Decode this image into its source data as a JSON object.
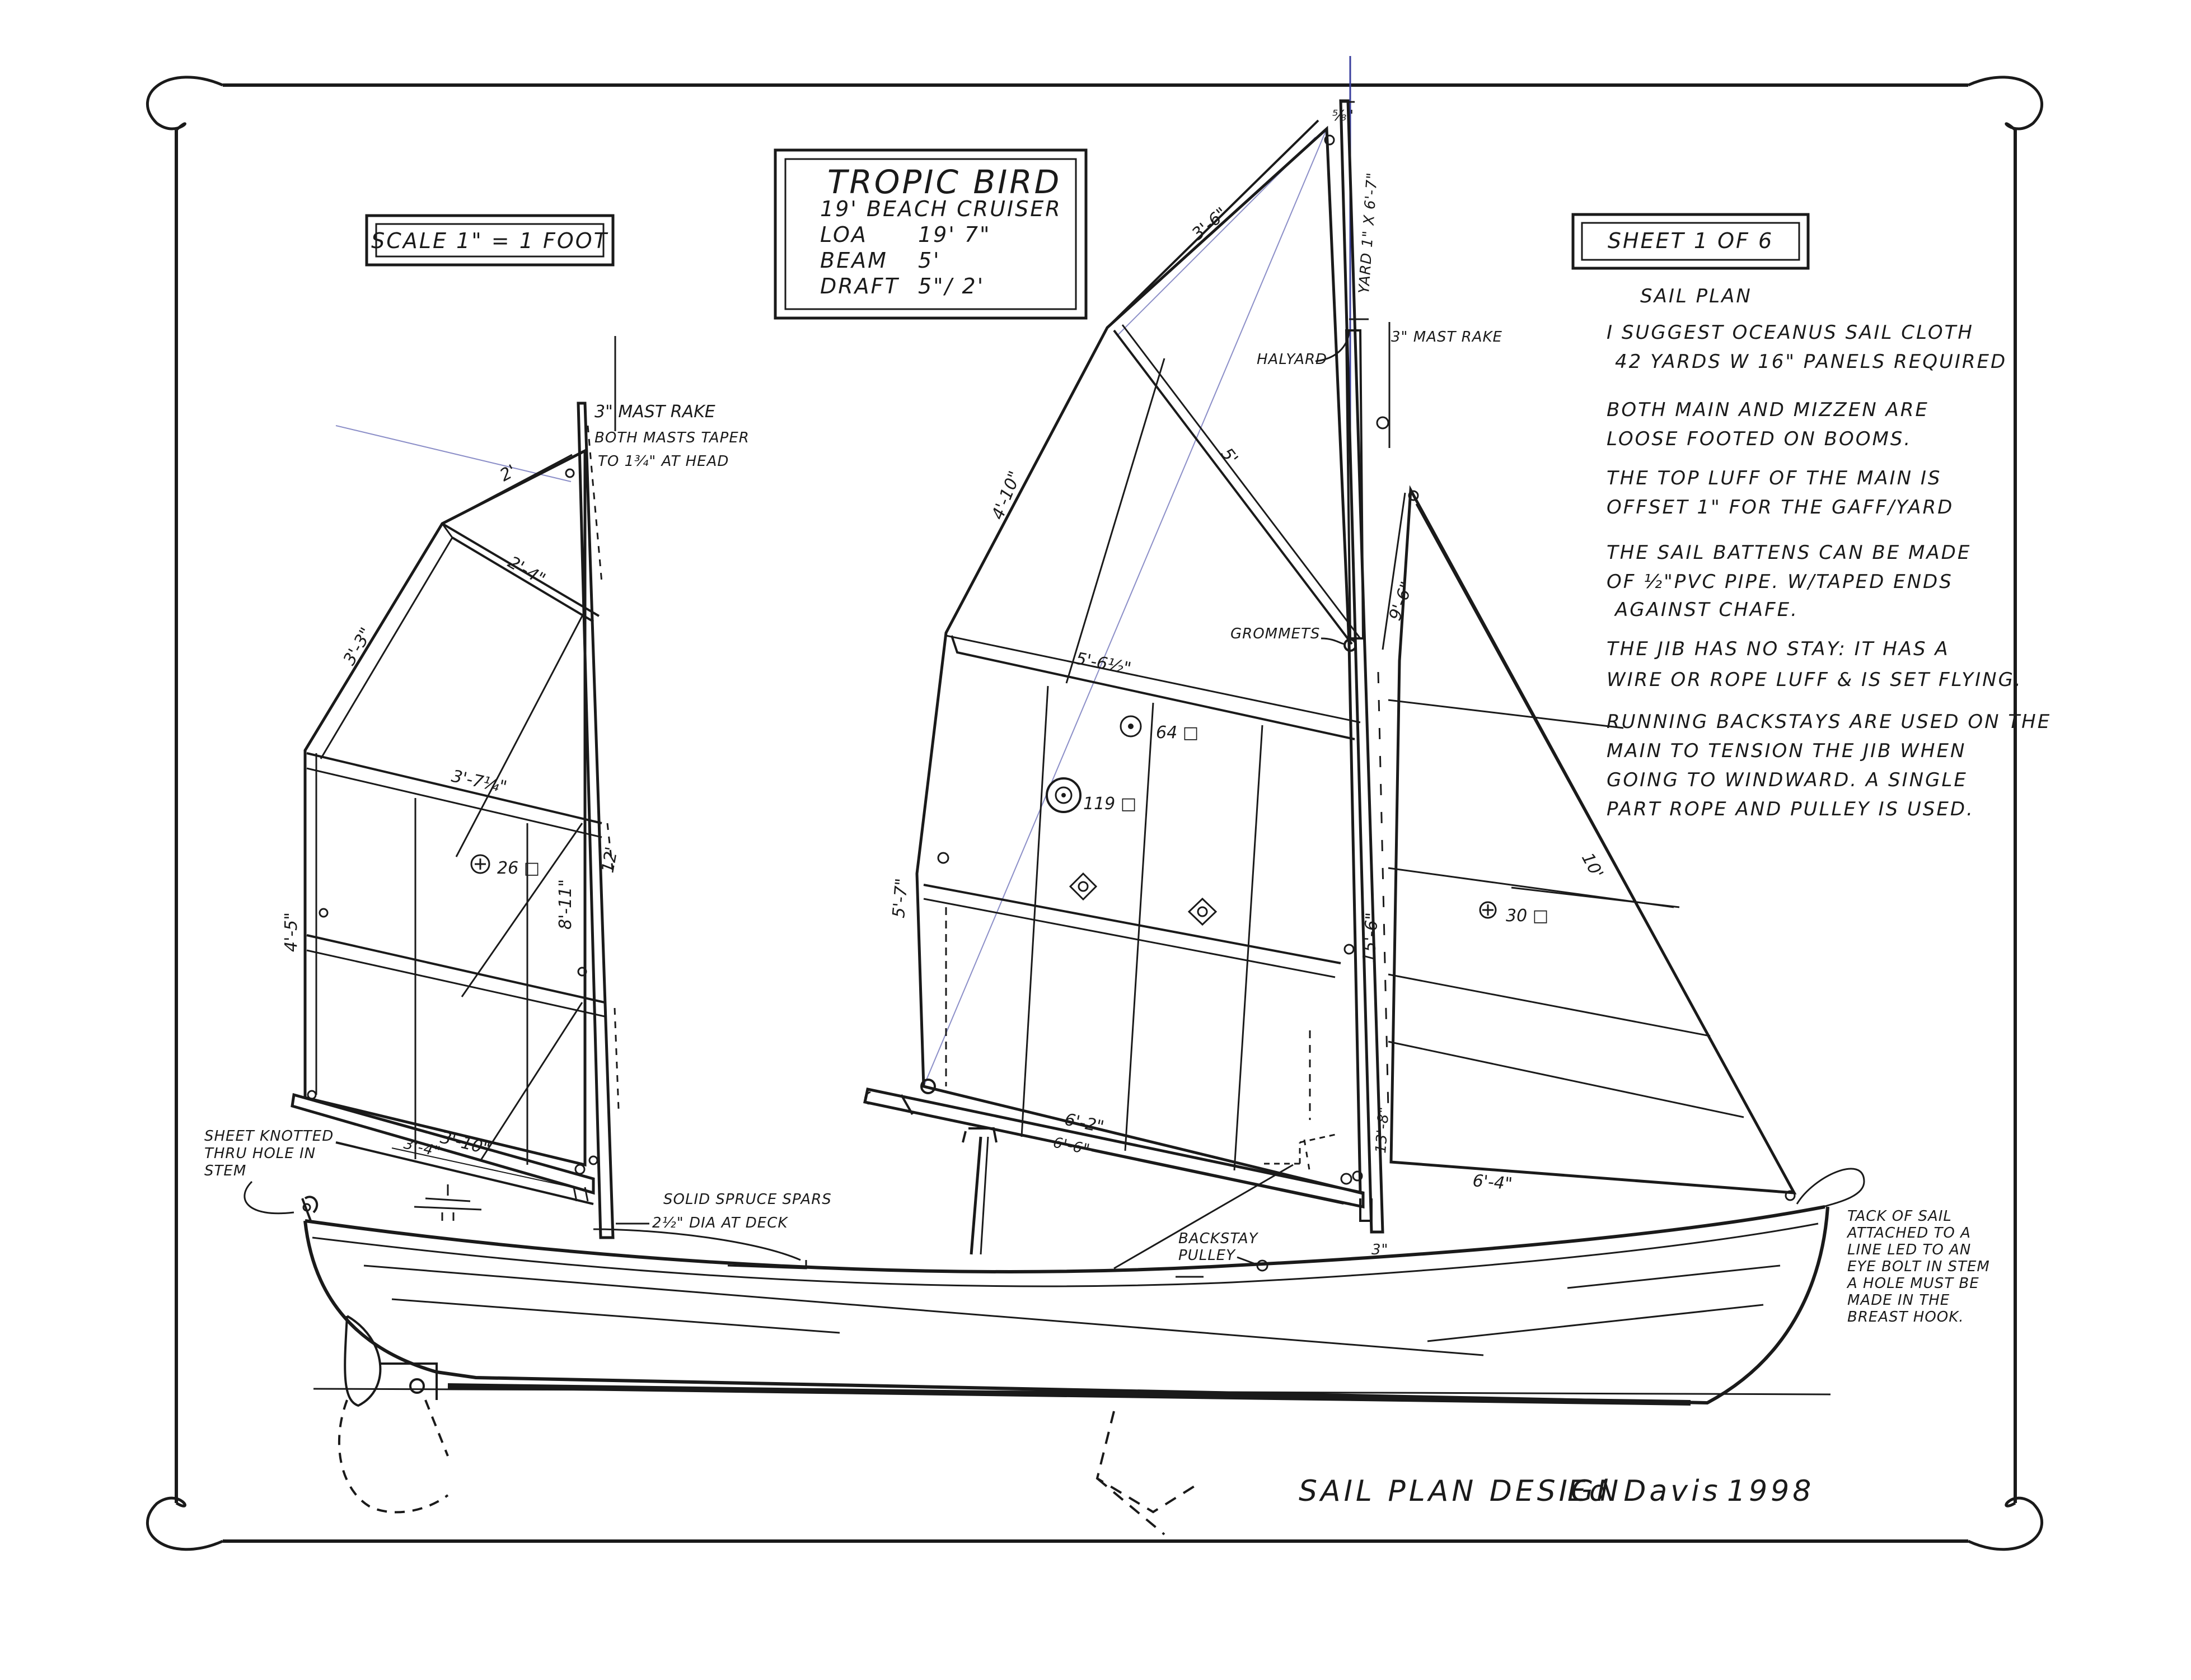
{
  "scale_box": {
    "text": "SCALE 1\" = 1 FOOT"
  },
  "title_box": {
    "name": "TROPIC BIRD",
    "type": "19' BEACH CRUISER",
    "loa_label": "LOA",
    "loa_value": "19' 7\"",
    "beam_label": "BEAM",
    "beam_value": "5'",
    "draft_label": "DRAFT",
    "draft_value": "5\"/ 2'"
  },
  "sheet_box": {
    "text": "SHEET 1 OF 6"
  },
  "notes": {
    "heading": "SAIL PLAN",
    "lines": [
      "I SUGGEST OCEANUS SAIL CLOTH",
      "42 YARDS W 16\" PANELS REQUIRED",
      "BOTH MAIN AND MIZZEN ARE",
      "LOOSE FOOTED ON BOOMS.",
      "THE TOP LUFF OF THE MAIN IS",
      "OFFSET 1\" FOR THE GAFF/YARD",
      "THE SAIL BATTENS CAN BE MADE",
      "OF ½\"PVC PIPE. W/TAPED ENDS",
      "AGAINST CHAFE.",
      "THE JIB HAS NO STAY: IT HAS A",
      "WIRE OR ROPE LUFF & IS SET FLYING.",
      "RUNNING BACKSTAYS ARE USED ON THE",
      "MAIN TO TENSION THE JIB WHEN",
      "GOING TO WINDWARD. A SINGLE",
      "PART ROPE AND PULLEY IS USED."
    ]
  },
  "mizzen": {
    "mast_rake": "3\" MAST RAKE",
    "taper_1": "BOTH MASTS TAPER",
    "taper_2": "TO 1¾\" AT HEAD",
    "dims": [
      "2'",
      "2'-4\"",
      "3'-3\"",
      "3'-7¼\"",
      "4'-5\"",
      "8'-11\"",
      "12'",
      "3'-10\"",
      "3'-4\""
    ],
    "area": "26 □"
  },
  "main": {
    "dims": [
      "3'-6\"",
      "4'-10\"",
      "5'",
      "5'-6½\"",
      "5'-7\"",
      "6'-2\"",
      "6'-6\"",
      "15'-6\"",
      "13'-8\""
    ],
    "area_1": "64 □",
    "area_2": "119 □",
    "yard": "YARD 1\" X 6'-7\"",
    "top_fraction": "⅝\"",
    "mast_rake": "3\" MAST RAKE",
    "halyard": "HALYARD",
    "grommets": "GROMMETS",
    "foot_rake": "3\""
  },
  "jib": {
    "dims": [
      "9'-6\"",
      "10'",
      "6'-4\""
    ],
    "area": "30 □"
  },
  "hull": {
    "sheet_note": [
      "SHEET KNOTTED",
      "THRU HOLE IN",
      "STEM"
    ],
    "spars_note_1": "SOLID SPRUCE SPARS",
    "spars_note_2": "2½\" DIA AT DECK",
    "backstay_1": "BACKSTAY",
    "backstay_2": "PULLEY",
    "tack_note": [
      "TACK OF SAIL",
      "ATTACHED TO A",
      "LINE LED TO AN",
      "EYE BOLT IN STEM",
      "A HOLE MUST BE",
      "MADE IN THE",
      "BREAST HOOK."
    ]
  },
  "signature": {
    "title": "SAIL PLAN DESIGN",
    "author": "Ed Davis",
    "year": "1998"
  },
  "colors": {
    "ink": "#1a1a1a",
    "paper": "#ffffff",
    "guide": "#3a3f9e"
  }
}
